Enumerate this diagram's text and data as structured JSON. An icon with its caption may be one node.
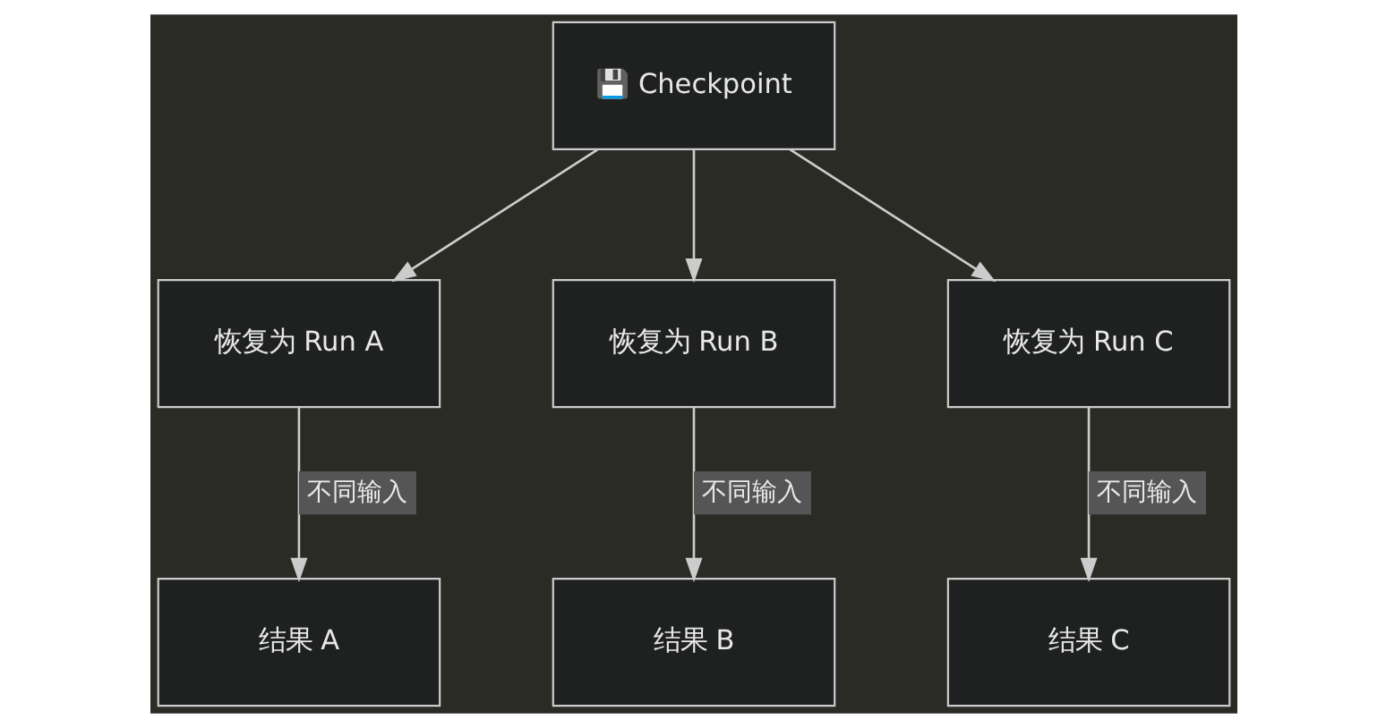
{
  "diagram": {
    "nodes": [
      {
        "text": [
          "💾 Checkpoint"
        ]
      },
      {
        "text": [
          "恢复为 Run A"
        ]
      },
      {
        "text": [
          "恢复为 Run B"
        ]
      },
      {
        "text": [
          "恢复为 Run C"
        ]
      },
      {
        "text": [
          "结果 A"
        ]
      },
      {
        "text": [
          "结果 B"
        ]
      },
      {
        "text": [
          "结果 C"
        ]
      }
    ],
    "edges": [
      {
        "from": 0,
        "to": 1,
        "arrow": "to"
      },
      {
        "from": 0,
        "to": 2,
        "arrow": "to"
      },
      {
        "from": 0,
        "to": 3,
        "arrow": "to"
      },
      {
        "from": 1,
        "to": 4,
        "arrow": "to",
        "label": "不同输入"
      },
      {
        "from": 2,
        "to": 5,
        "arrow": "to",
        "label": "不同输入"
      },
      {
        "from": 3,
        "to": 6,
        "arrow": "to",
        "label": "不同输入"
      }
    ]
  }
}
